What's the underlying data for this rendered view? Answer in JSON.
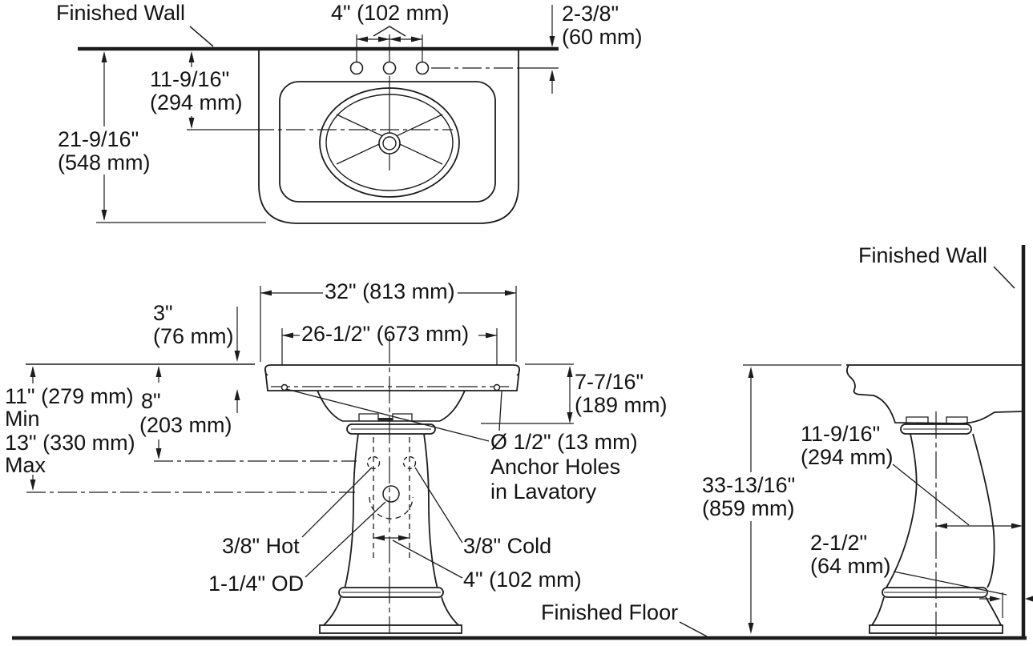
{
  "drawing": {
    "kind": "technical-dimension-drawing",
    "subject": "pedestal lavatory installation dimensions",
    "line_color": "#1c1c1c",
    "background_color": "#ffffff"
  },
  "top_view": {
    "finished_wall_label": "Finished Wall",
    "faucet_hole_spacing": "4\" (102 mm)",
    "wall_to_faucet_holes": "2-3/8\"\n(60 mm)",
    "wall_to_basin_center": "11-9/16\"\n(294 mm)",
    "wall_to_front_edge": "21-9/16\"\n(548 mm)"
  },
  "front_view": {
    "overall_width": "32\" (813 mm)",
    "anchor_hole_spacing": "26-1/2\" (673 mm)",
    "rim_to_anchor_line": "3\"\n(76 mm)",
    "drain_height_min": "11\" (279 mm)",
    "min_label": "Min",
    "drain_height_max": "13\" (330 mm)",
    "max_label": "Max",
    "supply_height_in": "8\"",
    "supply_height_mm": "(203 mm)",
    "rim_to_underside": "7-7/16\"\n(189 mm)",
    "anchor_note": "Ø 1/2\" (13 mm)\nAnchor Holes\nin Lavatory",
    "hot_supply": "3/8\" Hot",
    "drain_od": "1-1/4\" OD",
    "cold_supply": "3/8\" Cold",
    "supply_spread": "4\" (102 mm)"
  },
  "side_view": {
    "finished_wall_label": "Finished Wall",
    "overall_height": "33-13/16\"\n(859 mm)",
    "wall_to_pedestal_center": "11-9/16\"\n(294 mm)",
    "base_to_wall": "2-1/2\"\n(64 mm)",
    "finished_floor_label": "Finished Floor"
  }
}
